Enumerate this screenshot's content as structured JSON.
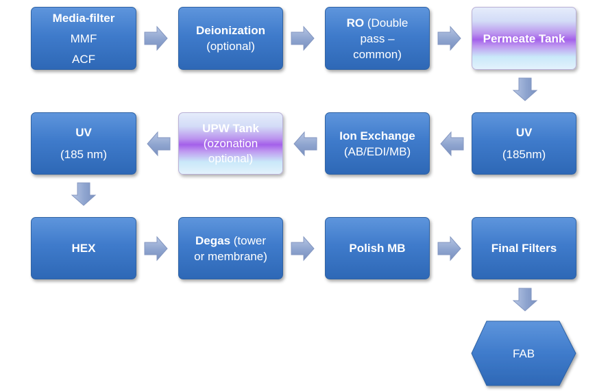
{
  "boxes": {
    "media_filter": {
      "title": "Media-filter",
      "line1": "MMF",
      "line2": "ACF"
    },
    "deionization": {
      "title": "Deionization",
      "detail": "(optional)"
    },
    "ro": {
      "title": "RO",
      "detail1": " (Double",
      "detail2": "pass –",
      "detail3": "common)"
    },
    "permeate_tank": {
      "title": "Permeate Tank"
    },
    "uv_right": {
      "title": "UV",
      "detail": "(185nm)"
    },
    "ion_exchange": {
      "title": "Ion Exchange",
      "detail": "(AB/EDI/MB)"
    },
    "upw_tank": {
      "title": "UPW Tank",
      "detail1": "(ozonation",
      "detail2": "optional)"
    },
    "uv_left": {
      "title": "UV",
      "detail": "(185 nm)"
    },
    "hex": {
      "title": "HEX"
    },
    "degas": {
      "title": "Degas",
      "detail1": " (tower",
      "detail2": "or membrane)"
    },
    "polish_mb": {
      "title": "Polish MB"
    },
    "final_filters": {
      "title": "Final Filters"
    },
    "fab": {
      "title": "FAB"
    }
  },
  "colors": {
    "box_fill": "#3f7bcb",
    "box_border": "#2f62a3",
    "arrow_fill": "#8ea4cf",
    "tank_accent": "#a460ea"
  },
  "icons": {
    "flow_arrow": "block-arrow-icon"
  }
}
